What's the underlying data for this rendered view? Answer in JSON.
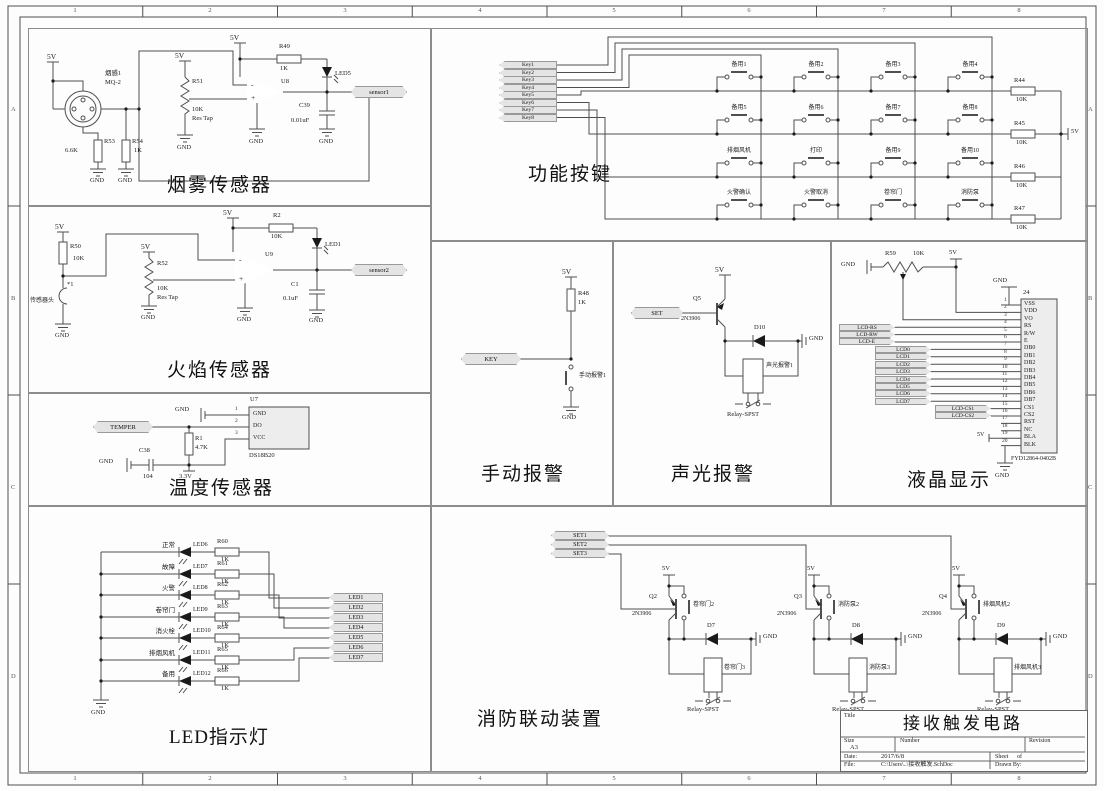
{
  "sheet": {
    "columns": [
      "1",
      "2",
      "3",
      "4",
      "5",
      "6",
      "7",
      "8"
    ],
    "rows": [
      "A",
      "B",
      "C",
      "D"
    ]
  },
  "common": {
    "v5": "5V",
    "v33": "3.3V",
    "gnd": "GND",
    "plus": "+",
    "minus": "-"
  },
  "smoke": {
    "title": "烟雾传感器",
    "sensor_ref": "烟感1",
    "sensor_part": "MQ-2",
    "r53_name": "R53",
    "r53_val": "6.6K",
    "r54_name": "R54",
    "r54_val": "1K",
    "r51_name": "R51",
    "r51_val": "10K",
    "r51_tap": "Res Tap",
    "opamp": "U8",
    "r49_name": "R49",
    "r49_val": "1K",
    "led": "LED5",
    "cap_name": "C39",
    "cap_val": "0.01uF",
    "port": "sensor1"
  },
  "flame": {
    "title": "火焰传感器",
    "probe_ref": "*1",
    "probe_label": "传感器头",
    "r50_name": "R50",
    "r50_val": "10K",
    "r52_name": "R52",
    "r52_val": "10K",
    "r52_tap": "Res Tap",
    "opamp": "U9",
    "r2_name": "R2",
    "r2_val": "10K",
    "led": "LED1",
    "cap_name": "C1",
    "cap_val": "0.1uF",
    "port": "sensor2"
  },
  "temp": {
    "title": "温度传感器",
    "port": "TEMPER",
    "r1_name": "R1",
    "r1_val": "4.7K",
    "cap_name": "C38",
    "cap_val": "104",
    "u7": "U7",
    "part": "DS18B20",
    "pins": [
      {
        "num": "1",
        "name": "GND"
      },
      {
        "num": "2",
        "name": "DO"
      },
      {
        "num": "3",
        "name": "VCC"
      }
    ]
  },
  "leds": {
    "title": "LED指示灯",
    "rows": [
      {
        "label": "正常",
        "led": "LED6",
        "res": "R60",
        "val": "1K"
      },
      {
        "label": "故障",
        "led": "LED7",
        "res": "R61",
        "val": "1K"
      },
      {
        "label": "火警",
        "led": "LED8",
        "res": "R62",
        "val": "1K"
      },
      {
        "label": "卷帘门",
        "led": "LED9",
        "res": "R63",
        "val": "1K"
      },
      {
        "label": "消火栓",
        "led": "LED10",
        "res": "R64",
        "val": "1K"
      },
      {
        "label": "排烟风机",
        "led": "LED11",
        "res": "R65",
        "val": "1K"
      },
      {
        "label": "备用",
        "led": "LED12",
        "res": "R66",
        "val": "1K"
      }
    ],
    "ports": [
      "LED1",
      "LED2",
      "LED3",
      "LED4",
      "LED5",
      "LED6",
      "LED7"
    ]
  },
  "keys": {
    "title": "功能按键",
    "ports": [
      "Key1",
      "Key2",
      "Key3",
      "Key4",
      "Key5",
      "Key6",
      "Key7",
      "Key8"
    ],
    "rows": [
      {
        "keys": [
          "备用1",
          "备用2",
          "备用3",
          "备用4"
        ],
        "res": "R44",
        "val": "10K"
      },
      {
        "keys": [
          "备用5",
          "备用6",
          "备用7",
          "备用8"
        ],
        "res": "R45",
        "val": "10K"
      },
      {
        "keys": [
          "排烟风机",
          "打印",
          "备用9",
          "备用10"
        ],
        "res": "R46",
        "val": "10K"
      },
      {
        "keys": [
          "火警确认",
          "火警取消",
          "卷帘门",
          "消防泵"
        ],
        "res": "R47",
        "val": "10K"
      }
    ]
  },
  "manual": {
    "title": "手动报警",
    "port": "KEY",
    "r48_name": "R48",
    "r48_val": "1K",
    "switch": "手动报警1"
  },
  "sound": {
    "title": "声光报警",
    "port": "SET",
    "q_name": "Q5",
    "q_part": "2N3906",
    "d_name": "D10",
    "relay": "声光报警1",
    "relay_part": "Relay-SPST"
  },
  "lcd": {
    "title": "液晶显示",
    "r59_name": "R59",
    "r59_val": "10K",
    "designator": "24",
    "part": "FYD12864-0402B",
    "pins": [
      "VSS",
      "VDD",
      "VO",
      "RS",
      "R/W",
      "E",
      "DB0",
      "DB1",
      "DB2",
      "DB3",
      "DB4",
      "DB5",
      "DB6",
      "DB7",
      "CS1",
      "CS2",
      "RST",
      "NC",
      "BLA",
      "BLK"
    ],
    "pin_numbers": [
      "1",
      "2",
      "3",
      "4",
      "5",
      "6",
      "7",
      "8",
      "9",
      "10",
      "11",
      "12",
      "13",
      "14",
      "15",
      "16",
      "17",
      "18",
      "19",
      "20"
    ],
    "ctrl_ports": [
      "LCD-RS",
      "LCD-RW",
      "LCD-E"
    ],
    "data_ports": [
      "LCD0",
      "LCD1",
      "LCD2",
      "LCD3",
      "LCD4",
      "LCD5",
      "LCD6",
      "LCD7"
    ],
    "cs_ports": [
      "LCD-CS1",
      "LCD-CS2"
    ]
  },
  "linkage": {
    "title": "消防联动装置",
    "ports": [
      "SET1",
      "SET2",
      "SET3"
    ],
    "circuits": [
      {
        "q": "Q2",
        "part": "2N3906",
        "sw": "卷帘门2",
        "d": "D7",
        "relay": "卷帘门3",
        "relay_part": "Relay-SPST"
      },
      {
        "q": "Q3",
        "part": "2N3906",
        "sw": "消防泵2",
        "d": "D8",
        "relay": "消防泵3",
        "relay_part": "Relay-SPST"
      },
      {
        "q": "Q4",
        "part": "2N3906",
        "sw": "排烟风机2",
        "d": "D9",
        "relay": "排烟风机3",
        "relay_part": "Relay-SPST"
      }
    ]
  },
  "titleblock": {
    "title_label": "Title",
    "title": "接收触发电路",
    "size_label": "Size",
    "size": "A3",
    "number_label": "Number",
    "revision_label": "Revision",
    "date_label": "Date:",
    "date": "2017/6/8",
    "sheet_label": "Sheet",
    "sheet_of": "of",
    "file_label": "File:",
    "file": "C:\\Users\\..\\接收触发.SchDoc",
    "drawn_label": "Drawn By:"
  }
}
